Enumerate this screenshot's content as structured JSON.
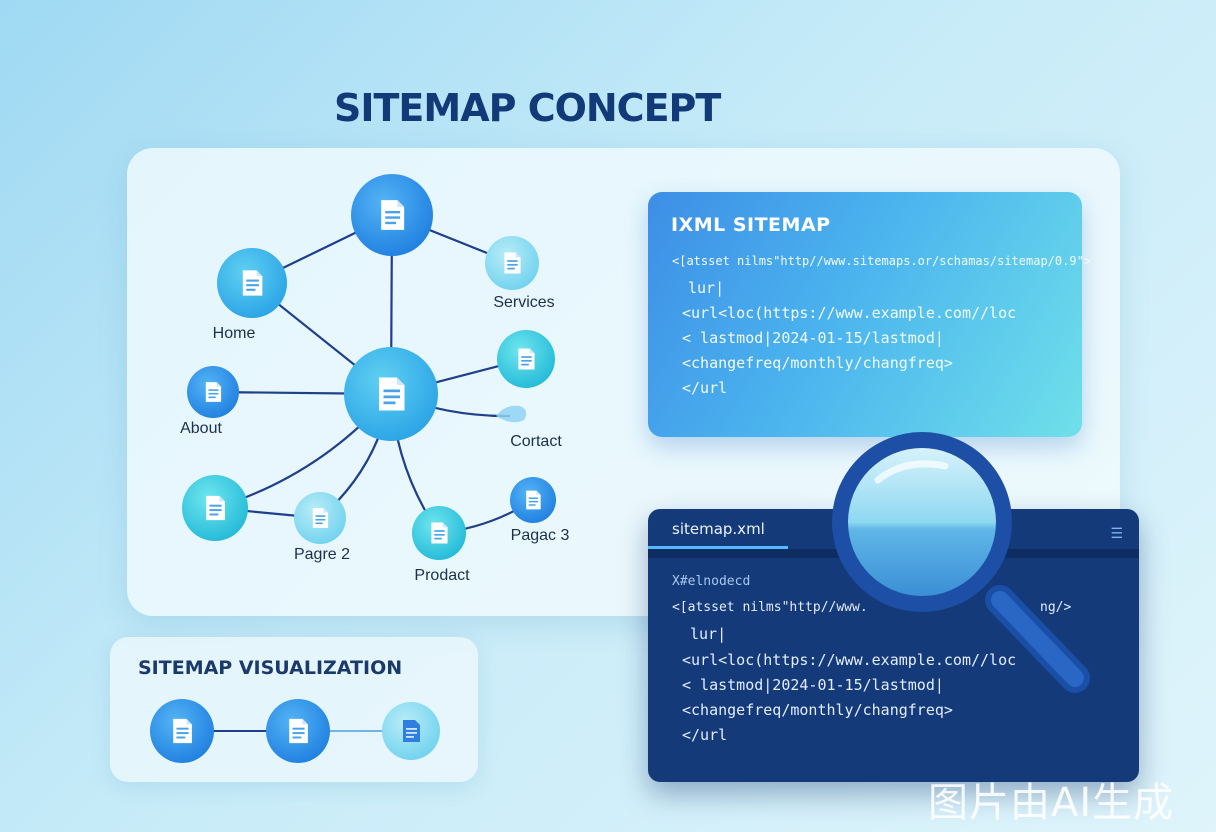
{
  "title": "SITEMAP CONCEPT",
  "diagram": {
    "nodes": [
      {
        "id": "top",
        "label": ""
      },
      {
        "id": "home",
        "label": "Home"
      },
      {
        "id": "services",
        "label": "Services"
      },
      {
        "id": "about",
        "label": "About"
      },
      {
        "id": "center",
        "label": ""
      },
      {
        "id": "right-doc",
        "label": ""
      },
      {
        "id": "contact",
        "label": "Cortact"
      },
      {
        "id": "left-low",
        "label": ""
      },
      {
        "id": "page2",
        "label": "Pagre 2"
      },
      {
        "id": "product",
        "label": "Prodact"
      },
      {
        "id": "page3",
        "label": "Pagac 3"
      }
    ],
    "edges": [
      [
        "top",
        "home"
      ],
      [
        "top",
        "services"
      ],
      [
        "top",
        "center"
      ],
      [
        "home",
        "center"
      ],
      [
        "about",
        "center"
      ],
      [
        "center",
        "right-doc"
      ],
      [
        "center",
        "contact"
      ],
      [
        "center",
        "left-low"
      ],
      [
        "center",
        "page2"
      ],
      [
        "center",
        "product"
      ],
      [
        "left-low",
        "page2"
      ],
      [
        "product",
        "page3"
      ]
    ]
  },
  "xml_card": {
    "title": "IXML SITEMAP",
    "lines": [
      "<[atsset nilms\"http//www.sitemaps.or/schamas/sitemap/0.9\">",
      "lur|",
      "<url<loc(https://www.example.com//loc",
      "< lastmod|2024-01-15/lastmod|",
      "<changefreq/monthly/changfreq>",
      "</url"
    ]
  },
  "editor": {
    "tab": "sitemap.xml",
    "menu_icon": "menu-icon",
    "lines": [
      "X#elnodecd",
      "<[atsset nilms\"http//www.",
      "lur|",
      "<url<loc(https://www.example.com//loc",
      "< lastmod|2024-01-15/lastmod|",
      "<changefreq/monthly/changfreq>",
      "</url"
    ],
    "line1_tail": "ng/>"
  },
  "viz_card": {
    "title": "SITEMAP VISUALIZATION"
  },
  "watermark": "图片由AI生成",
  "colors": {
    "title": "#123a78",
    "edge": "#1f3f8a",
    "node_blue": "#2f8fe8",
    "node_teal": "#34cde0",
    "editor_bg": "#143a7a"
  },
  "icons": {
    "node": "document-icon",
    "magnifier": "magnifying-glass-icon"
  }
}
